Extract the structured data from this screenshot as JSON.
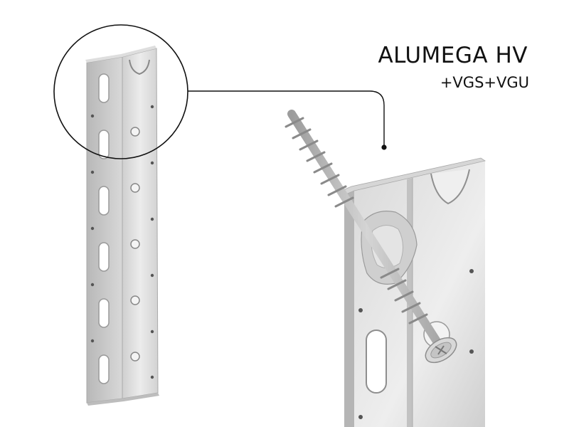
{
  "label": {
    "title": "ALUMEGA HV",
    "subtitle": "+VGS+VGU"
  },
  "colors": {
    "background": "#ffffff",
    "metal_light": "#e6e6e6",
    "metal_mid": "#c9c9c9",
    "metal_dark": "#9a9a9a",
    "line": "#111111"
  },
  "icons": [
    "bracket-full-view",
    "detail-magnifier-circle",
    "bracket-closeup",
    "screw-vgs"
  ]
}
